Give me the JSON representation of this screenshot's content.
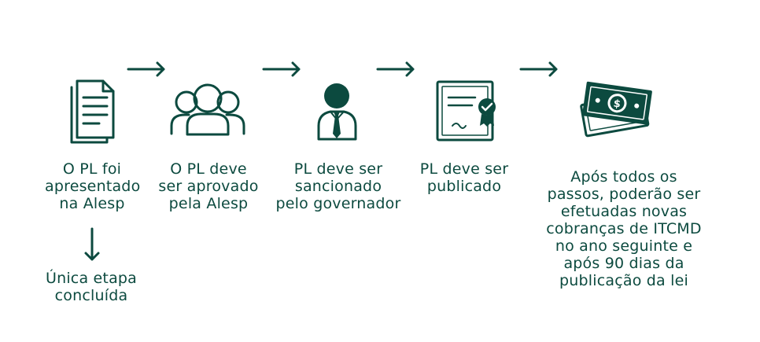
{
  "colors": {
    "primary": "#0c4a3f",
    "background": "#ffffff"
  },
  "steps": [
    {
      "icon": "document-icon",
      "label": "O PL foi\napresentado\nna Alesp"
    },
    {
      "icon": "group-icon",
      "label": "O PL deve\nser aprovado\npela Alesp"
    },
    {
      "icon": "governor-icon",
      "label": "PL deve ser\nsancionado\npelo governador"
    },
    {
      "icon": "certificate-icon",
      "label": "PL deve ser\npublicado"
    },
    {
      "icon": "money-icon",
      "label": "Após todos os\npassos, poderão ser\nefetuadas novas\ncobranças de ITCMD\nno ano seguinte e\napós 90 dias da\npublicação da lei"
    }
  ],
  "status": {
    "label": "Única etapa\nconcluída"
  }
}
